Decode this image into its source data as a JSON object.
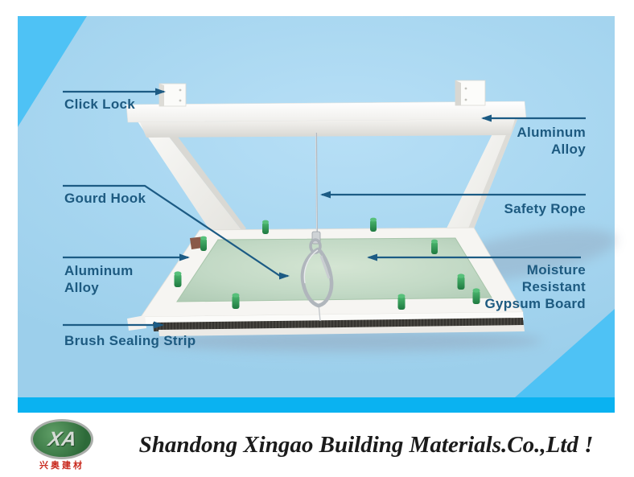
{
  "colors": {
    "page_background": "#ffffff",
    "poster_background": "#a7d6f0",
    "corner_triangles": "#4ec2f5",
    "bottom_strip": "#0ab2f1",
    "label_text": "#1d5a80",
    "arrow": "#1c5b84",
    "gypsum_board_green": "#c2d9c5",
    "screw_cap_green": "#2e9e57",
    "frame_white": "#f6f5f2",
    "brush_strip_dark": "#403e39",
    "logo_green": "#2d6a39",
    "logo_chinese_red": "#c8281c",
    "banner_text": "#1b1b1b"
  },
  "labels": {
    "click_lock": {
      "text": "Click Lock"
    },
    "gourd_hook": {
      "text": "Gourd Hook"
    },
    "aluminum_alloy_left": {
      "line1": "Aluminum",
      "line2": "Alloy"
    },
    "brush_sealing_strip": {
      "text": "Brush Sealing Strip"
    },
    "aluminum_alloy_right": {
      "line1": "Aluminum",
      "line2": "Alloy"
    },
    "safety_rope": {
      "text": "Safety Rope"
    },
    "gypsum_board": {
      "line1": "Moisture",
      "line2": "Resistant",
      "line3": "Gypsum Board"
    }
  },
  "banner": {
    "company_title": "Shandong Xingao Building Materials.Co.,Ltd !",
    "logo_monogram": "XA",
    "logo_chinese": "兴奥建材"
  }
}
